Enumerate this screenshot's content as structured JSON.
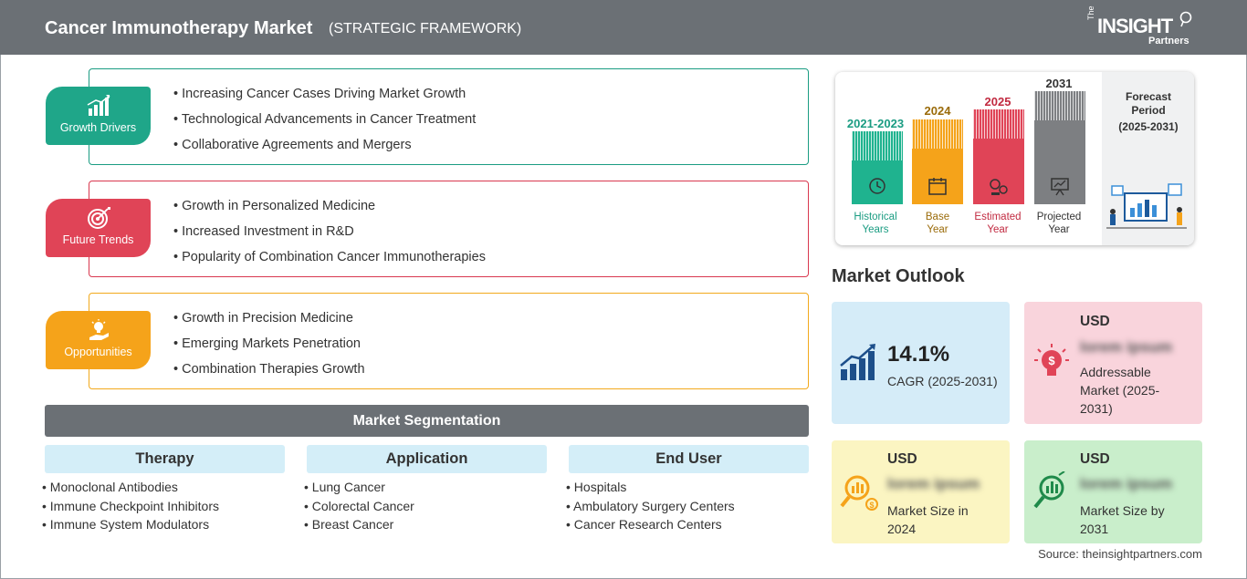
{
  "header": {
    "title": "Cancer Immunotherapy Market",
    "subtitle": "(STRATEGIC FRAMEWORK)",
    "logo": {
      "the": "The",
      "main": "INSIGHT",
      "partners": "Partners"
    }
  },
  "framework": {
    "growth_drivers": {
      "label": "Growth Drivers",
      "icon": "bar-growth-icon",
      "color": "#1fa689",
      "items": [
        "Increasing Cancer Cases Driving Market Growth",
        "Technological Advancements in Cancer Treatment",
        "Collaborative Agreements and Mergers"
      ]
    },
    "future_trends": {
      "label": "Future Trends",
      "icon": "target-icon",
      "color": "#e04457",
      "items": [
        "Growth in Personalized Medicine",
        "Increased Investment in R&D",
        "Popularity of Combination Cancer Immunotherapies"
      ]
    },
    "opportunities": {
      "label": "Opportunities",
      "icon": "lightbulb-hand-icon",
      "color": "#f5a31a",
      "items": [
        "Growth in Precision Medicine",
        "Emerging Markets Penetration",
        "Combination Therapies Growth"
      ]
    }
  },
  "segmentation": {
    "title": "Market Segmentation",
    "columns": [
      {
        "heading": "Therapy",
        "items": [
          "Monoclonal Antibodies",
          "Immune Checkpoint Inhibitors",
          "Immune System Modulators"
        ]
      },
      {
        "heading": "Application",
        "items": [
          "Lung Cancer",
          "Colorectal Cancer",
          "Breast Cancer"
        ]
      },
      {
        "heading": "End User",
        "items": [
          "Hospitals",
          "Ambulatory Surgery Centers",
          "Cancer Research Centers"
        ]
      }
    ]
  },
  "timeline": {
    "bars": [
      {
        "year": "2021-2023",
        "caption_1": "Historical",
        "caption_2": "Years",
        "color": "#1fb38f",
        "icon": "history-icon"
      },
      {
        "year": "2024",
        "caption_1": "Base",
        "caption_2": "Year",
        "color": "#f5a31a",
        "icon": "calendar-icon"
      },
      {
        "year": "2025",
        "caption_1": "Estimated",
        "caption_2": "Year",
        "color": "#e04457",
        "icon": "gears-icon"
      },
      {
        "year": "2031",
        "caption_1": "Projected",
        "caption_2": "Year",
        "color": "#7d7f82",
        "icon": "presentation-icon"
      }
    ],
    "forecast_label_1": "Forecast",
    "forecast_label_2": "Period",
    "forecast_range": "(2025-2031)"
  },
  "outlook": {
    "title": "Market Outlook",
    "cagr": {
      "value": "14.1%",
      "label": "CAGR (2025-2031)",
      "icon": "growth-chart-icon"
    },
    "addressable": {
      "usd": "USD",
      "value": "lorem ipsum",
      "label": "Addressable Market (2025-2031)",
      "icon": "idea-dollar-icon"
    },
    "size_2024": {
      "usd": "USD",
      "value": "lorem ipsum",
      "label": "Market Size in 2024",
      "icon": "magnifier-coins-icon"
    },
    "size_2031": {
      "usd": "USD",
      "value": "lorem ipsum",
      "label": "Market Size by 2031",
      "icon": "magnifier-chart-icon"
    }
  },
  "source": "Source: theinsightpartners.com"
}
